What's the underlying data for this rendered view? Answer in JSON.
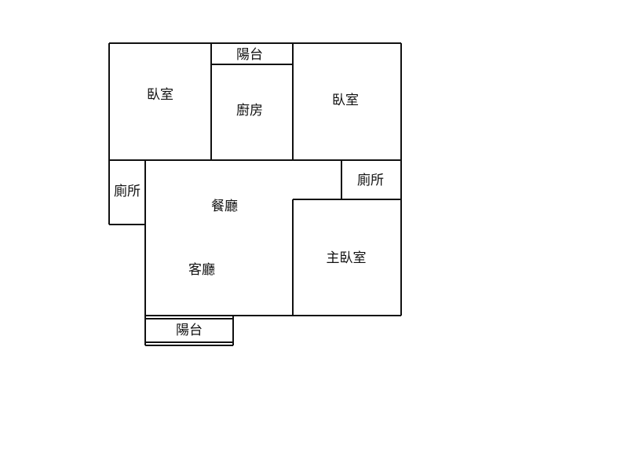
{
  "floorplan": {
    "rooms": {
      "bedroom_left": "臥室",
      "balcony_top": "陽台",
      "kitchen": "廚房",
      "bedroom_right": "臥室",
      "toilet_left": "廁所",
      "toilet_right": "廁所",
      "dining": "餐廳",
      "living": "客廳",
      "master_bedroom": "主臥室",
      "balcony_bottom": "陽台"
    }
  }
}
